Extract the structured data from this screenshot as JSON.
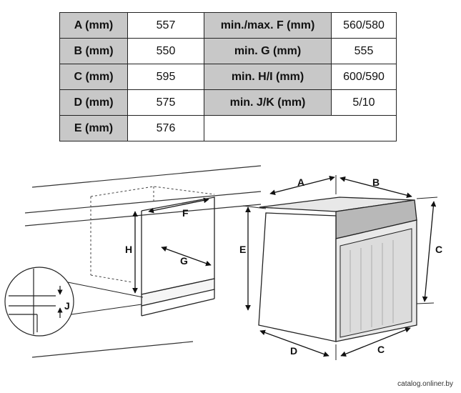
{
  "spec_table": {
    "rows": [
      {
        "label1": "A (mm)",
        "value1": "557",
        "label2": "min./max. F (mm)",
        "value2": "560/580"
      },
      {
        "label1": "B (mm)",
        "value1": "550",
        "label2": "min. G (mm)",
        "value2": "555"
      },
      {
        "label1": "C (mm)",
        "value1": "595",
        "label2": "min. H/I (mm)",
        "value2": "600/590"
      },
      {
        "label1": "D (mm)",
        "value1": "575",
        "label2": "min. J/K (mm)",
        "value2": "5/10"
      },
      {
        "label1": "E (mm)",
        "value1": "576",
        "label2": "",
        "value2": ""
      }
    ]
  },
  "diagram": {
    "labels": {
      "a": "A",
      "b": "B",
      "c_right": "C",
      "c_bottom": "C",
      "d": "D",
      "e": "E",
      "f": "F",
      "g": "G",
      "h": "H",
      "j": "J"
    }
  },
  "watermark": {
    "text": "catalog.onliner.by"
  },
  "colors": {
    "header_fill": "#c8c8c8",
    "line": "#222222"
  }
}
